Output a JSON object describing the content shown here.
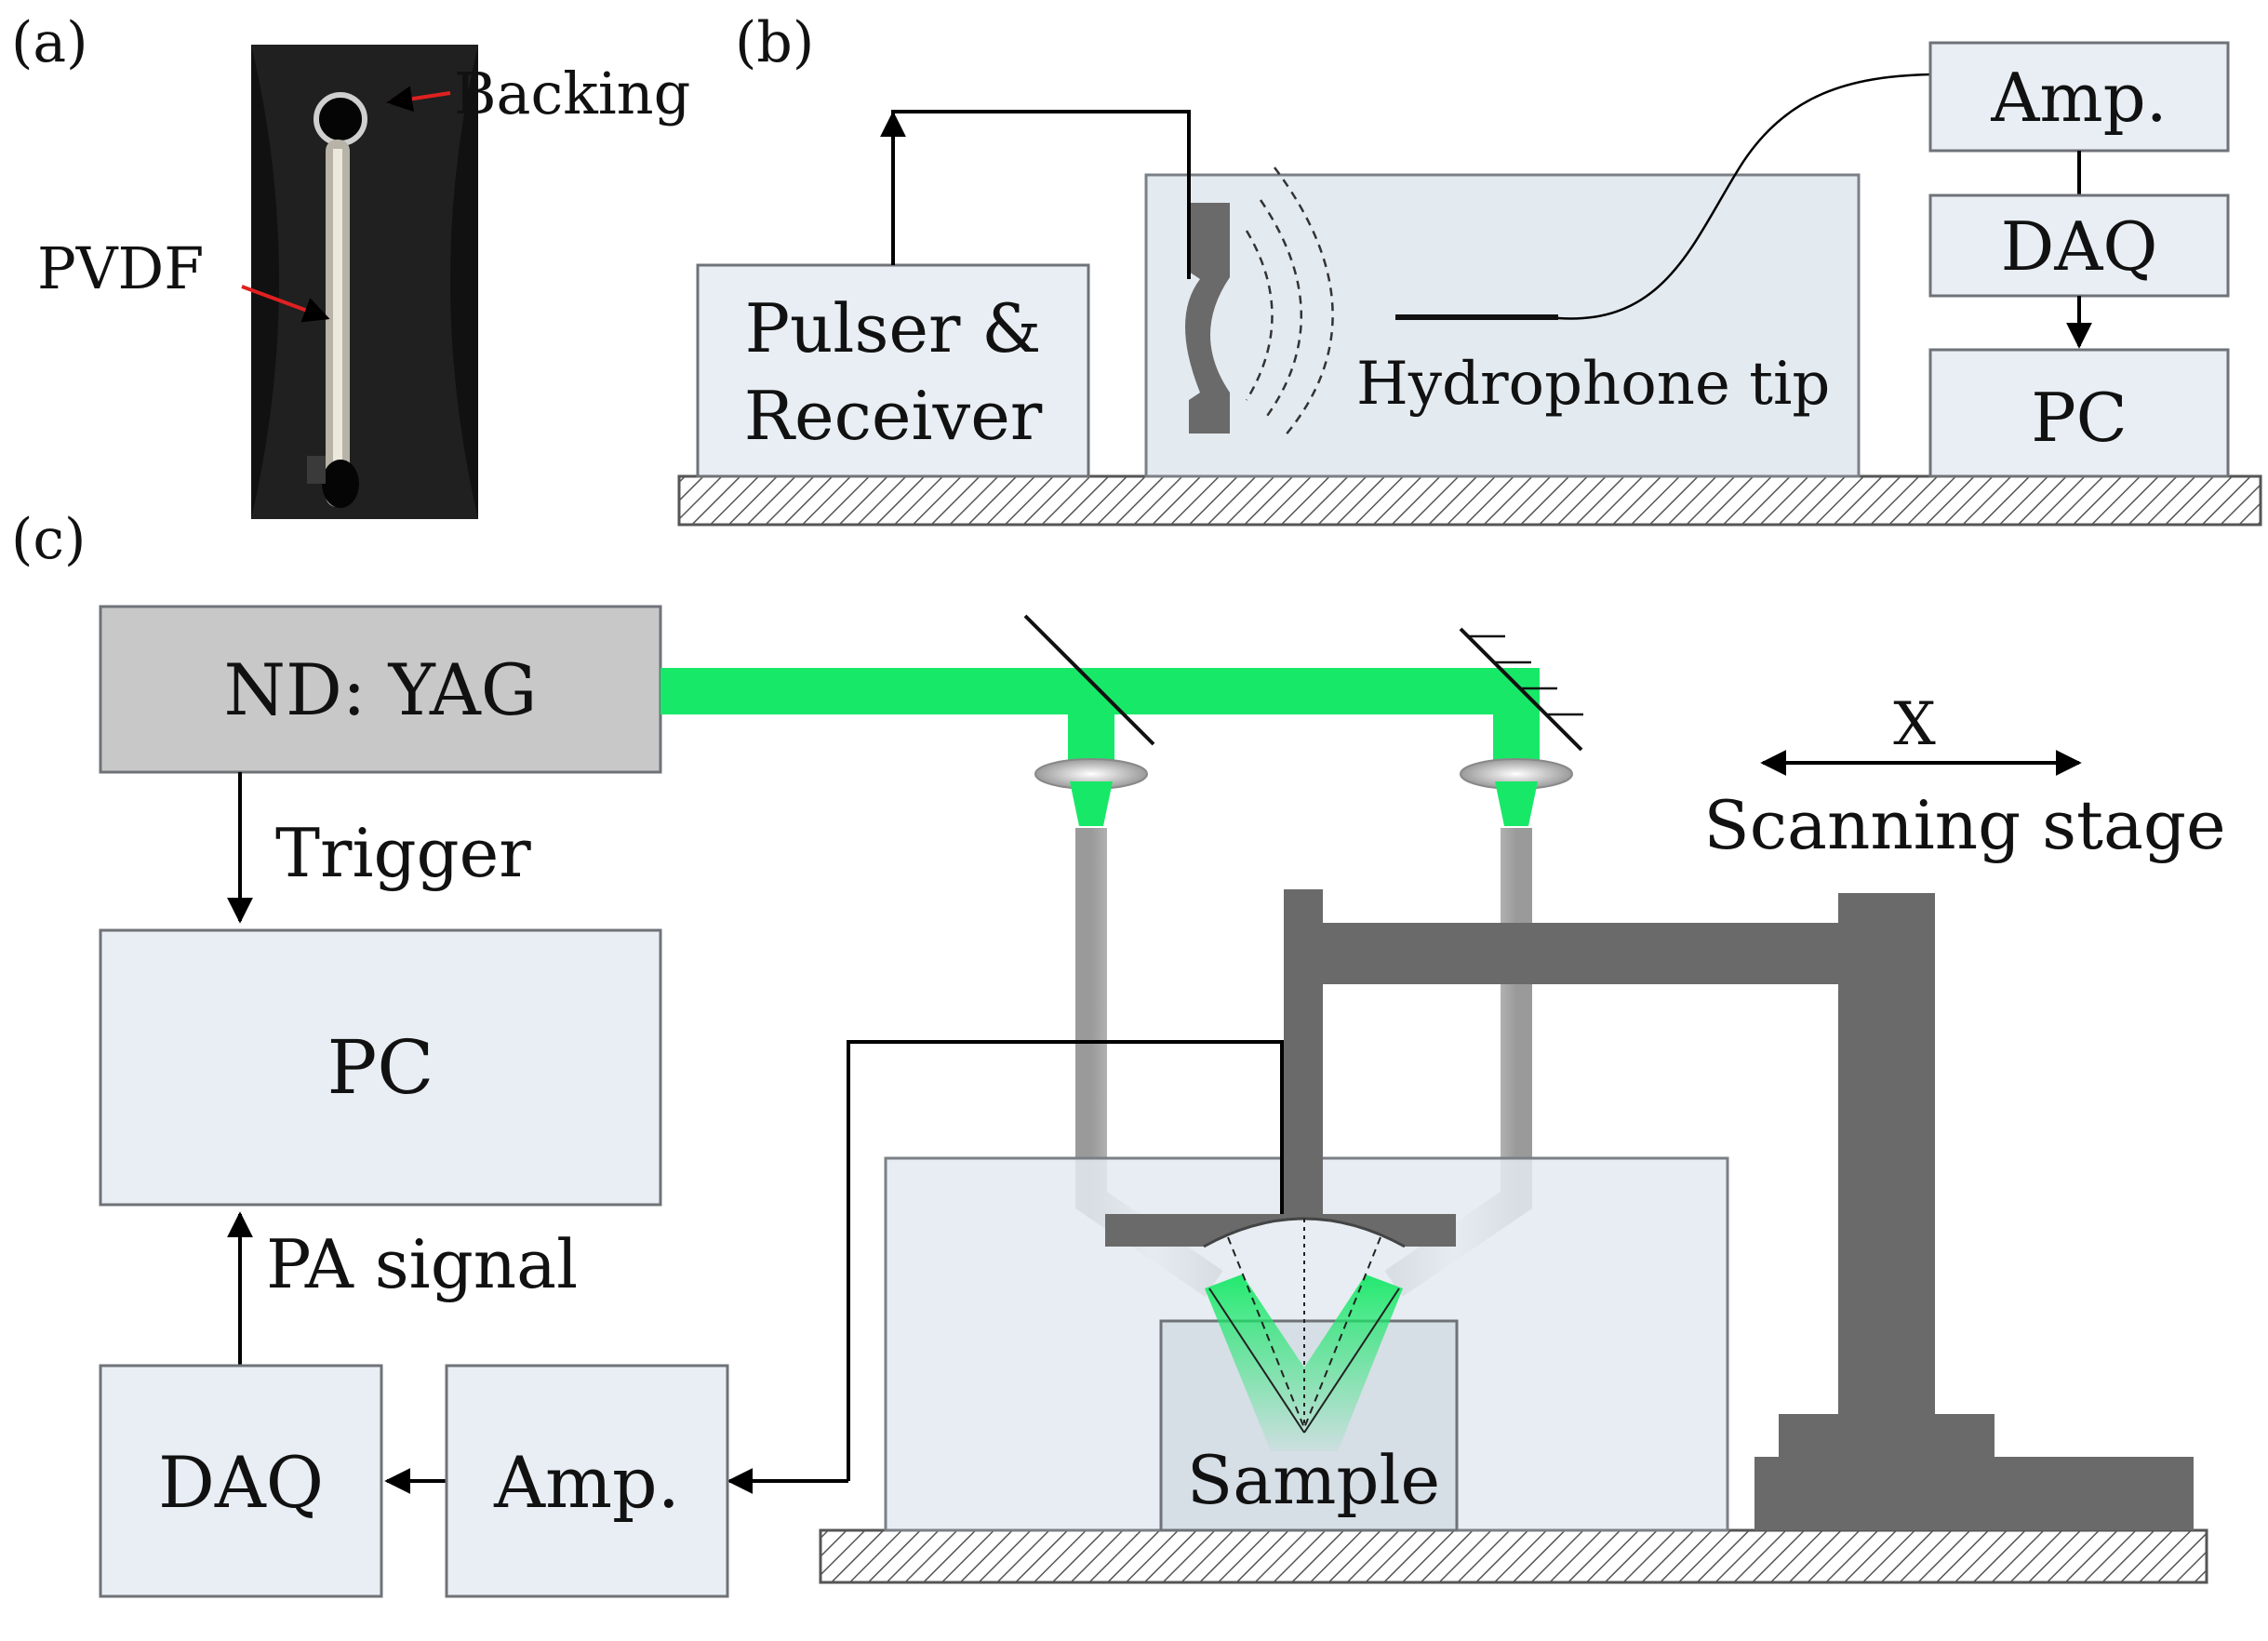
{
  "panel_a": {
    "label": "(a)",
    "backing_label": "Backing",
    "pvdf_label": "PVDF"
  },
  "panel_b": {
    "label": "(b)",
    "pulser_line1": "Pulser &",
    "pulser_line2": "Receiver",
    "hydrophone_label": "Hydrophone tip",
    "amp_label": "Amp.",
    "daq_label": "DAQ",
    "pc_label": "PC"
  },
  "panel_c": {
    "label": "(c)",
    "laser_label": "ND: YAG",
    "trigger_label": "Trigger",
    "pc_label": "PC",
    "pa_signal_label": "PA signal",
    "daq_label": "DAQ",
    "amp_label": "Amp.",
    "sample_label": "Sample",
    "x_label": "X",
    "stage_label": "Scanning stage"
  },
  "colors": {
    "laser_beam": "#18e868",
    "box_fill": "#e8eef4",
    "structure_gray": "#6a6a6a",
    "laser_box": "#c8c8c8"
  }
}
